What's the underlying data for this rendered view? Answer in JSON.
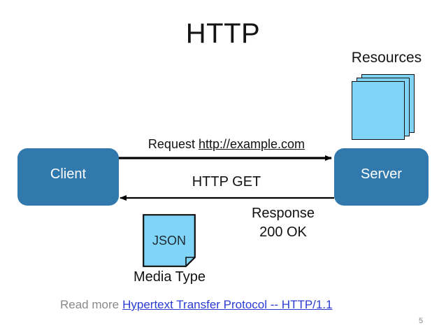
{
  "slide": {
    "title": "HTTP",
    "page_number": "5",
    "colors": {
      "endpoint_blue": "#3179AC",
      "card_blue": "#7FD4F7",
      "link_blue": "#2B3CD2",
      "muted_gray": "#8A8A8A",
      "text_black": "#111111",
      "background": "#FFFFFF"
    }
  },
  "resources": {
    "label": "Resources",
    "card_count": 3
  },
  "endpoints": {
    "client": "Client",
    "server": "Server"
  },
  "flow": {
    "request": {
      "prefix": "Request",
      "url": "http://example.com",
      "method": "HTTP GET",
      "direction": "client-to-server"
    },
    "response": {
      "line1": "Response",
      "line2": "200 OK",
      "direction": "server-to-client"
    }
  },
  "media_type": {
    "format": "JSON",
    "label": "Media Type"
  },
  "footer": {
    "prefix": "Read more",
    "link_text": "Hypertext Transfer Protocol -- HTTP/1.1"
  }
}
